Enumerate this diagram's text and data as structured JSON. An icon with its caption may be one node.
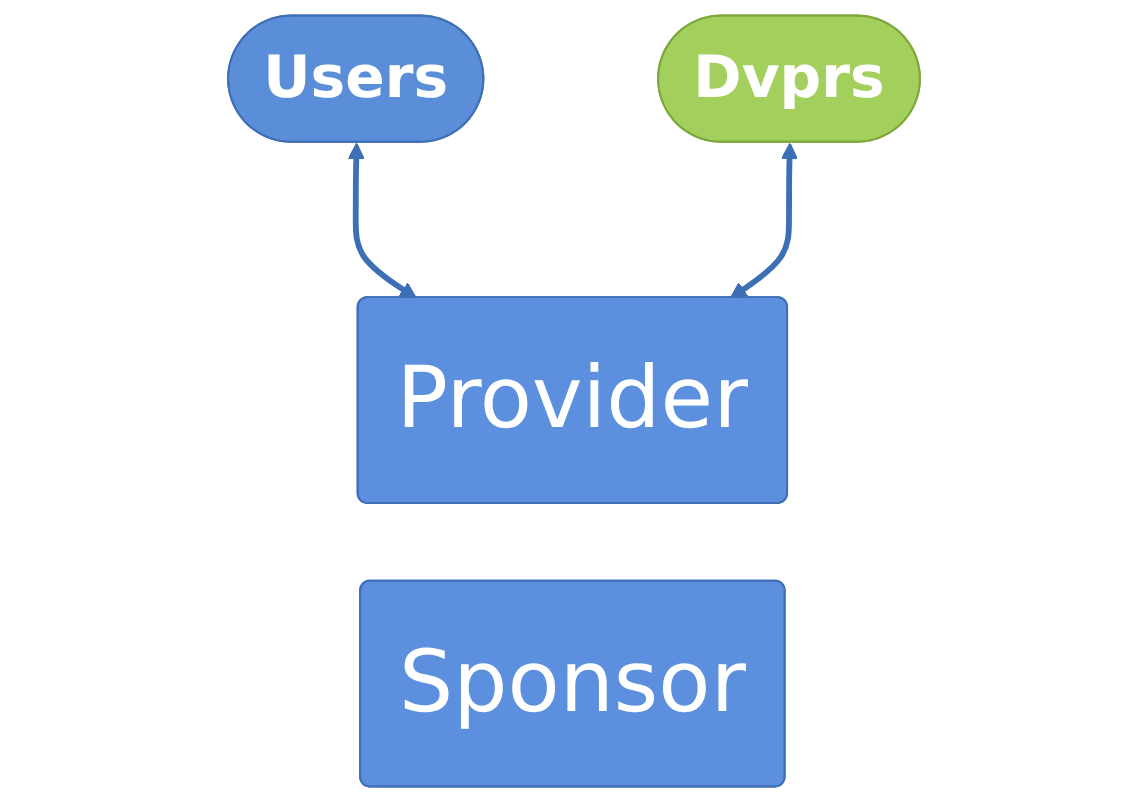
{
  "diagram": {
    "nodes": [
      {
        "text": [
          "Users"
        ]
      },
      {
        "text": [
          "Dvprs"
        ]
      },
      {
        "text": [
          "Provider"
        ]
      },
      {
        "text": [
          "Sponsor"
        ]
      }
    ],
    "edges": [
      {
        "from": 0,
        "to": 2,
        "arrow": "both"
      },
      {
        "from": 1,
        "to": 2,
        "arrow": "both"
      }
    ]
  }
}
